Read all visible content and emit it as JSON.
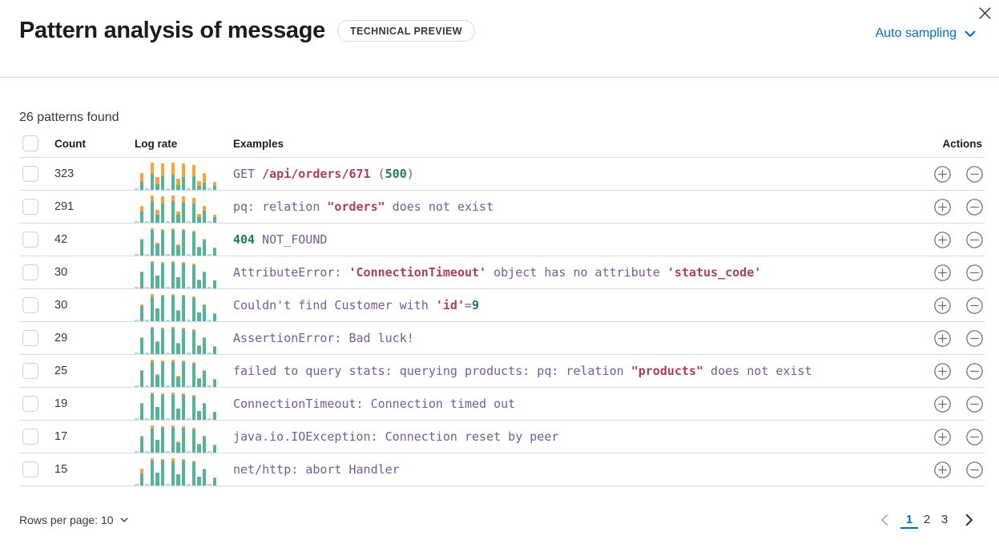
{
  "header": {
    "title": "Pattern analysis of message",
    "badge": "TECHNICAL PREVIEW",
    "sampling_label": "Auto sampling"
  },
  "summary": {
    "patterns_found": "26 patterns found"
  },
  "table": {
    "columns": {
      "count": "Count",
      "log_rate": "Log rate",
      "examples": "Examples",
      "actions": "Actions"
    },
    "rows": [
      {
        "count": "323",
        "example": [
          {
            "t": "GET ",
            "c": "p"
          },
          {
            "t": "/api/orders/671",
            "c": "r"
          },
          {
            "t": " (",
            "c": "p"
          },
          {
            "t": "500",
            "c": "g"
          },
          {
            "t": ")",
            "c": "p"
          }
        ],
        "bars": [
          [
            0.06,
            0
          ],
          [
            0.62,
            0.5
          ],
          [
            0.05,
            0
          ],
          [
            1,
            0.4
          ],
          [
            0.48,
            0.55
          ],
          [
            0.97,
            0.48
          ],
          [
            0.06,
            0
          ],
          [
            1,
            0.45
          ],
          [
            0.4,
            0.6
          ],
          [
            0.97,
            0.5
          ],
          [
            0.05,
            0
          ],
          [
            0.9,
            0.45
          ],
          [
            0.33,
            0.55
          ],
          [
            0.62,
            0.55
          ],
          [
            0.05,
            0
          ],
          [
            0.28,
            0.5
          ]
        ]
      },
      {
        "count": "291",
        "example": [
          {
            "t": "pq: relation ",
            "c": "p"
          },
          {
            "t": "\"orders\"",
            "c": "r"
          },
          {
            "t": " does not exist",
            "c": "p"
          }
        ],
        "bars": [
          [
            0.06,
            0
          ],
          [
            0.62,
            0.32
          ],
          [
            0.05,
            0
          ],
          [
            1,
            0.2
          ],
          [
            0.48,
            0.35
          ],
          [
            0.97,
            0.28
          ],
          [
            0.06,
            0
          ],
          [
            1,
            0.22
          ],
          [
            0.4,
            0.3
          ],
          [
            0.97,
            0.25
          ],
          [
            0.05,
            0
          ],
          [
            0.9,
            0.22
          ],
          [
            0.33,
            0.35
          ],
          [
            0.62,
            0.28
          ],
          [
            0.05,
            0
          ],
          [
            0.28,
            0.25
          ]
        ]
      },
      {
        "count": "42",
        "example": [
          {
            "t": "404",
            "c": "g"
          },
          {
            "t": " NOT_FOUND",
            "c": "p"
          }
        ],
        "bars": [
          [
            0.06,
            0
          ],
          [
            0.62,
            0.1
          ],
          [
            0.05,
            0
          ],
          [
            1,
            0.06
          ],
          [
            0.48,
            0.12
          ],
          [
            0.97,
            0.07
          ],
          [
            0.06,
            0
          ],
          [
            1,
            0.06
          ],
          [
            0.4,
            0.15
          ],
          [
            0.97,
            0.07
          ],
          [
            0.05,
            0
          ],
          [
            0.9,
            0.07
          ],
          [
            0.33,
            0.12
          ],
          [
            0.62,
            0.1
          ],
          [
            0.05,
            0
          ],
          [
            0.28,
            0.1
          ]
        ]
      },
      {
        "count": "30",
        "example": [
          {
            "t": "AttributeError: ",
            "c": "p"
          },
          {
            "t": "'ConnectionTimeout'",
            "c": "r"
          },
          {
            "t": " object has no attribute ",
            "c": "p"
          },
          {
            "t": "'status_code'",
            "c": "r"
          }
        ],
        "bars": [
          [
            0.06,
            0
          ],
          [
            0.62,
            0.06
          ],
          [
            0.05,
            0
          ],
          [
            1,
            0.05
          ],
          [
            0.48,
            0
          ],
          [
            0.97,
            0.05
          ],
          [
            0.06,
            0
          ],
          [
            1,
            0.06
          ],
          [
            0.4,
            0
          ],
          [
            0.97,
            0.05
          ],
          [
            0.05,
            0
          ],
          [
            0.9,
            0.06
          ],
          [
            0.33,
            0.1
          ],
          [
            0.62,
            0.06
          ],
          [
            0.05,
            0
          ],
          [
            0.28,
            0
          ]
        ]
      },
      {
        "count": "30",
        "example": [
          {
            "t": "Couldn't find Customer with ",
            "c": "p"
          },
          {
            "t": "'id'",
            "c": "r"
          },
          {
            "t": "=",
            "c": "p"
          },
          {
            "t": "9",
            "c": "g"
          }
        ],
        "bars": [
          [
            0.06,
            0
          ],
          [
            0.62,
            0.08
          ],
          [
            0.05,
            0
          ],
          [
            1,
            0.12
          ],
          [
            0.48,
            0
          ],
          [
            0.97,
            0.05
          ],
          [
            0.06,
            0
          ],
          [
            1,
            0.07
          ],
          [
            0.4,
            0.1
          ],
          [
            0.97,
            0.05
          ],
          [
            0.05,
            0
          ],
          [
            0.9,
            0.06
          ],
          [
            0.33,
            0
          ],
          [
            0.62,
            0.07
          ],
          [
            0.05,
            0
          ],
          [
            0.28,
            0.08
          ]
        ]
      },
      {
        "count": "29",
        "example": [
          {
            "t": "AssertionError: Bad luck!",
            "c": "p"
          }
        ],
        "bars": [
          [
            0.06,
            0
          ],
          [
            0.62,
            0.06
          ],
          [
            0.05,
            0
          ],
          [
            1,
            0.07
          ],
          [
            0.48,
            0.06
          ],
          [
            0.97,
            0.05
          ],
          [
            0.06,
            0
          ],
          [
            1,
            0.06
          ],
          [
            0.4,
            0.1
          ],
          [
            0.97,
            0.05
          ],
          [
            0.05,
            0
          ],
          [
            0.9,
            0.06
          ],
          [
            0.33,
            0.08
          ],
          [
            0.62,
            0.06
          ],
          [
            0.05,
            0
          ],
          [
            0.28,
            0.06
          ]
        ]
      },
      {
        "count": "25",
        "example": [
          {
            "t": "failed to query stats: querying products: pq: relation ",
            "c": "p"
          },
          {
            "t": "\"products\"",
            "c": "r"
          },
          {
            "t": " does not exist",
            "c": "p"
          }
        ],
        "bars": [
          [
            0.06,
            0
          ],
          [
            0.62,
            0.07
          ],
          [
            0.05,
            0
          ],
          [
            1,
            0.09
          ],
          [
            0.48,
            0.12
          ],
          [
            0.97,
            0.05
          ],
          [
            0.06,
            0
          ],
          [
            1,
            0.08
          ],
          [
            0.4,
            0.12
          ],
          [
            0.97,
            0.06
          ],
          [
            0.05,
            0
          ],
          [
            0.9,
            0.07
          ],
          [
            0.33,
            0.1
          ],
          [
            0.62,
            0.06
          ],
          [
            0.05,
            0
          ],
          [
            0.28,
            0.08
          ]
        ]
      },
      {
        "count": "19",
        "example": [
          {
            "t": "ConnectionTimeout: Connection timed out",
            "c": "p"
          }
        ],
        "bars": [
          [
            0.06,
            0
          ],
          [
            0.62,
            0.06
          ],
          [
            0.05,
            0
          ],
          [
            1,
            0.07
          ],
          [
            0.48,
            0
          ],
          [
            0.97,
            0.05
          ],
          [
            0.06,
            0
          ],
          [
            1,
            0.09
          ],
          [
            0.4,
            0
          ],
          [
            0.97,
            0.05
          ],
          [
            0.05,
            0
          ],
          [
            0.9,
            0.06
          ],
          [
            0.33,
            0
          ],
          [
            0.62,
            0.07
          ],
          [
            0.05,
            0
          ],
          [
            0.28,
            0
          ]
        ]
      },
      {
        "count": "17",
        "example": [
          {
            "t": "java.io.IOException: Connection reset by peer",
            "c": "p"
          }
        ],
        "bars": [
          [
            0.06,
            0
          ],
          [
            0.62,
            0.09
          ],
          [
            0.05,
            0
          ],
          [
            1,
            0.12
          ],
          [
            0.48,
            0
          ],
          [
            0.97,
            0.06
          ],
          [
            0.06,
            0
          ],
          [
            1,
            0.1
          ],
          [
            0.4,
            0.12
          ],
          [
            0.97,
            0.06
          ],
          [
            0.05,
            0
          ],
          [
            0.9,
            0.07
          ],
          [
            0.33,
            0.12
          ],
          [
            0.62,
            0.07
          ],
          [
            0.05,
            0
          ],
          [
            0.28,
            0.09
          ]
        ]
      },
      {
        "count": "15",
        "example": [
          {
            "t": "net/http: abort Handler",
            "c": "p"
          }
        ],
        "bars": [
          [
            0.06,
            0
          ],
          [
            0.62,
            0.28
          ],
          [
            0.05,
            0
          ],
          [
            1,
            0.08
          ],
          [
            0.48,
            0
          ],
          [
            0.97,
            0.05
          ],
          [
            0.06,
            0
          ],
          [
            1,
            0.12
          ],
          [
            0.4,
            0
          ],
          [
            0.97,
            0.06
          ],
          [
            0.05,
            0
          ],
          [
            0.9,
            0.07
          ],
          [
            0.33,
            0
          ],
          [
            0.62,
            0.06
          ],
          [
            0.05,
            0
          ],
          [
            0.28,
            0.08
          ]
        ]
      }
    ]
  },
  "footer": {
    "rows_per_page_label": "Rows per page: 10",
    "pages": [
      "1",
      "2",
      "3"
    ],
    "active_page": "1"
  },
  "colors": {
    "accent_blue": "#0071c2",
    "bar_green": "#54b399",
    "bar_orange": "#fba33b",
    "token_purple": "#765b96",
    "token_red": "#a93e63",
    "token_green": "#277a50",
    "border": "#d3dae6",
    "text": "#343741"
  }
}
